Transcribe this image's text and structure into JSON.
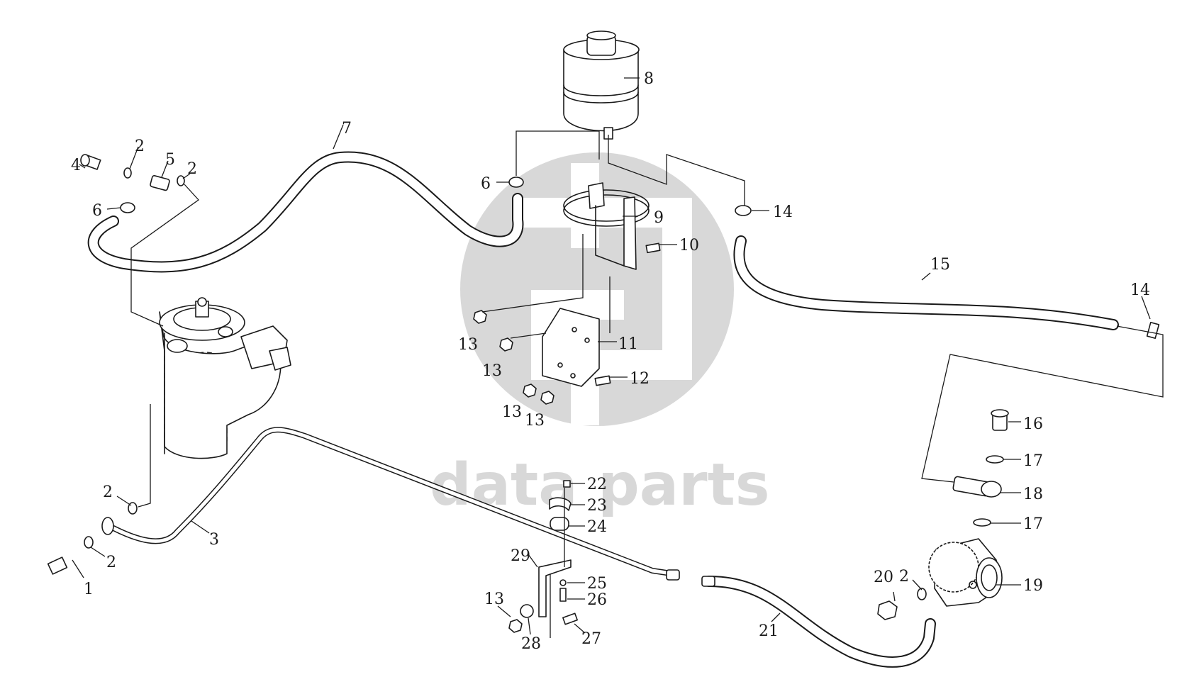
{
  "watermark": {
    "brand": "data parts",
    "color": "#9a9a9a"
  },
  "callouts": [
    {
      "id": "c1",
      "label": "1"
    },
    {
      "id": "c2a",
      "label": "2"
    },
    {
      "id": "c2b",
      "label": "2"
    },
    {
      "id": "c2c",
      "label": "2"
    },
    {
      "id": "c2d",
      "label": "2"
    },
    {
      "id": "c2e",
      "label": "2"
    },
    {
      "id": "c2f",
      "label": "2"
    },
    {
      "id": "c3",
      "label": "3"
    },
    {
      "id": "c4",
      "label": "4"
    },
    {
      "id": "c5",
      "label": "5"
    },
    {
      "id": "c6a",
      "label": "6"
    },
    {
      "id": "c6b",
      "label": "6"
    },
    {
      "id": "c7",
      "label": "7"
    },
    {
      "id": "c8",
      "label": "8"
    },
    {
      "id": "c9",
      "label": "9"
    },
    {
      "id": "c10",
      "label": "10"
    },
    {
      "id": "c11",
      "label": "11"
    },
    {
      "id": "c12",
      "label": "12"
    },
    {
      "id": "c13a",
      "label": "13"
    },
    {
      "id": "c13b",
      "label": "13"
    },
    {
      "id": "c13c",
      "label": "13"
    },
    {
      "id": "c13d",
      "label": "13"
    },
    {
      "id": "c13e",
      "label": "13"
    },
    {
      "id": "c14a",
      "label": "14"
    },
    {
      "id": "c14b",
      "label": "14"
    },
    {
      "id": "c15",
      "label": "15"
    },
    {
      "id": "c16",
      "label": "16"
    },
    {
      "id": "c17a",
      "label": "17"
    },
    {
      "id": "c17b",
      "label": "17"
    },
    {
      "id": "c18",
      "label": "18"
    },
    {
      "id": "c19",
      "label": "19"
    },
    {
      "id": "c20",
      "label": "20"
    },
    {
      "id": "c21",
      "label": "21"
    },
    {
      "id": "c22",
      "label": "22"
    },
    {
      "id": "c23",
      "label": "23"
    },
    {
      "id": "c24",
      "label": "24"
    },
    {
      "id": "c25",
      "label": "25"
    },
    {
      "id": "c26",
      "label": "26"
    },
    {
      "id": "c27",
      "label": "27"
    },
    {
      "id": "c28",
      "label": "28"
    },
    {
      "id": "c29",
      "label": "29"
    }
  ]
}
